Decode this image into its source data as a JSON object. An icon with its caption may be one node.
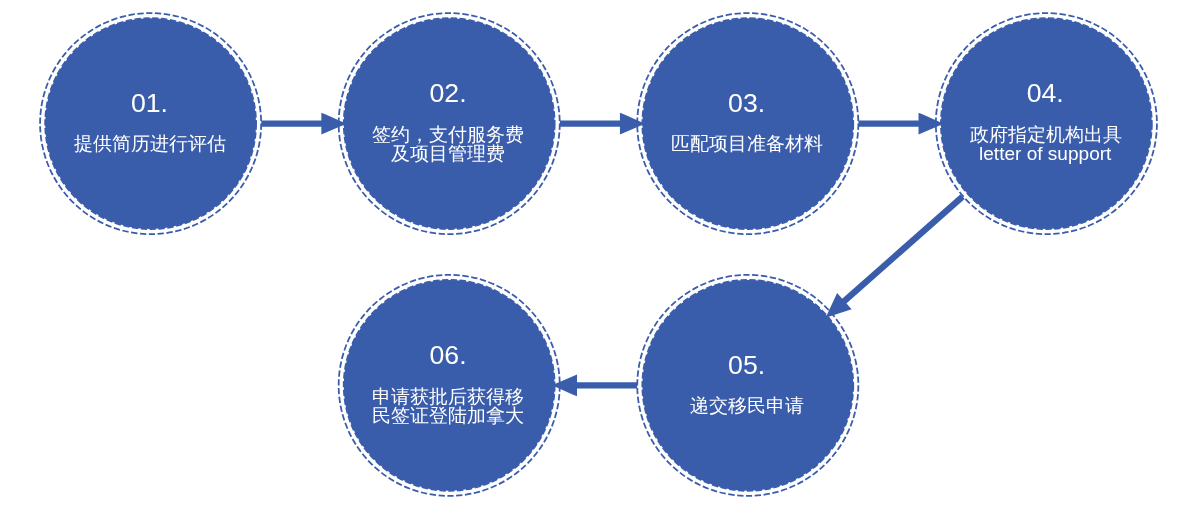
{
  "diagram": {
    "nodes": [
      {
        "text": [
          "01.",
          "提供简历进行评估"
        ]
      },
      {
        "text": [
          "02.",
          "签约，支付服务费及项目管理费"
        ]
      },
      {
        "text": [
          "03.",
          "匹配项目准备材料"
        ]
      },
      {
        "text": [
          "04.",
          "政府指定机构出具 letter of support"
        ]
      },
      {
        "text": [
          "05.",
          "递交移民申请"
        ]
      },
      {
        "text": [
          "06.",
          "申请获批后获得移民签证登陆加拿大"
        ]
      }
    ],
    "edges": [
      {
        "from": 0,
        "to": 1,
        "arrow": "to"
      },
      {
        "from": 1,
        "to": 2,
        "arrow": "to"
      },
      {
        "from": 2,
        "to": 3,
        "arrow": "to"
      },
      {
        "from": 3,
        "to": 4,
        "arrow": "to"
      },
      {
        "from": 4,
        "to": 5,
        "arrow": "to"
      }
    ]
  }
}
